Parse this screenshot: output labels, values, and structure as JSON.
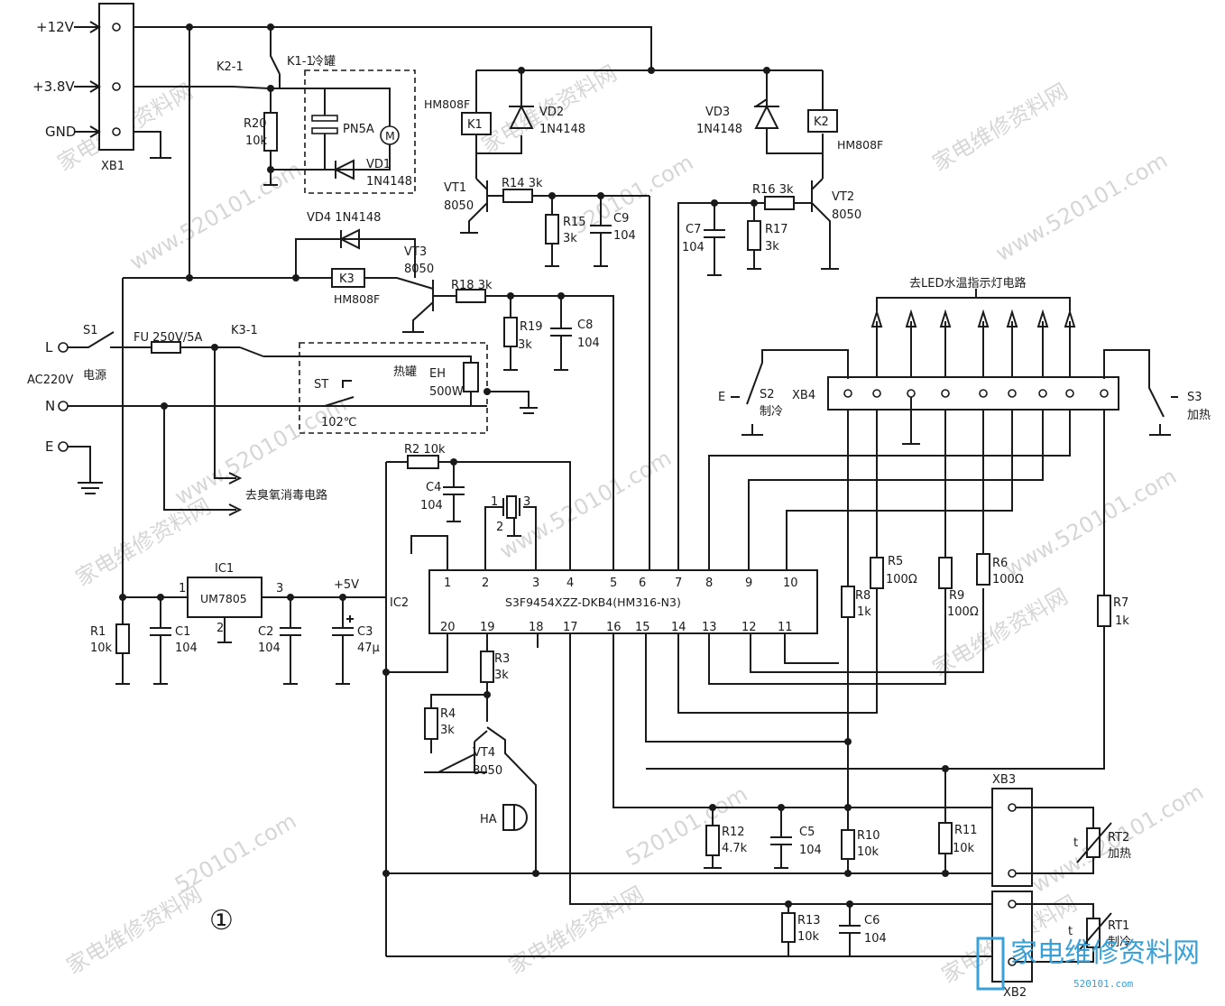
{
  "rails": {
    "plus12v": "+12V",
    "plus38v": "+3.8V",
    "gnd": "GND",
    "plus5v": "+5V",
    "ac_l": "L",
    "ac_n": "N",
    "ac_e": "E",
    "ac220v": "AC220V"
  },
  "connectors": {
    "xb1": "XB1",
    "xb2": "XB2",
    "xb3": "XB3",
    "xb4": "XB4"
  },
  "cold_tank": {
    "title": "冷罐",
    "pn5a": "PN5A",
    "motor": "M",
    "vd1": "VD1",
    "vd1_type": "1N4148"
  },
  "relays": {
    "k1_contact": "K1-1",
    "k2_contact": "K2-1",
    "k3_contact": "K3-1",
    "k1": "K1",
    "k2": "K2",
    "k3": "K3",
    "k1_type": "HM808F",
    "k2_type": "HM808F",
    "k3_type": "HM808F"
  },
  "diodes": {
    "vd2": "VD2",
    "vd2_type": "1N4148",
    "vd3": "VD3",
    "vd3_type": "1N4148",
    "vd4": "VD4 1N4148"
  },
  "transistors": {
    "vt1": "VT1",
    "vt1_type": "8050",
    "vt2": "VT2",
    "vt2_type": "8050",
    "vt3": "VT3",
    "vt3_type": "8050",
    "vt4": "VT4",
    "vt4_type": "8050"
  },
  "resistors": {
    "r1": "R1",
    "r1_v": "10k",
    "r2": "R2 10k",
    "r3": "R3",
    "r3_v": "3k",
    "r4": "R4",
    "r4_v": "3k",
    "r5": "R5",
    "r5_v": "100Ω",
    "r6": "R6",
    "r6_v": "100Ω",
    "r7": "R7",
    "r7_v": "1k",
    "r8": "R8",
    "r8_v": "1k",
    "r9": "R9",
    "r9_v": "100Ω",
    "r10": "R10",
    "r10_v": "10k",
    "r11": "R11",
    "r11_v": "10k",
    "r12": "R12",
    "r12_v": "4.7k",
    "r13": "R13",
    "r13_v": "10k",
    "r14": "R14 3k",
    "r15": "R15",
    "r15_v": "3k",
    "r16": "R16 3k",
    "r17": "R17",
    "r17_v": "3k",
    "r18": "R18 3k",
    "r19": "R19",
    "r19_v": "3k",
    "r20": "R20",
    "r20_v": "10k"
  },
  "capacitors": {
    "c1": "C1",
    "c1_v": "104",
    "c2": "C2",
    "c2_v": "104",
    "c3": "C3",
    "c3_v": "47μ",
    "c4": "C4",
    "c4_v": "104",
    "c5": "C5",
    "c5_v": "104",
    "c6": "C6",
    "c6_v": "104",
    "c7": "C7",
    "c7_v": "104",
    "c8": "C8",
    "c8_v": "104",
    "c9": "C9",
    "c9_v": "104"
  },
  "ic1": {
    "name": "IC1",
    "part": "UM7805",
    "pin1": "1",
    "pin2": "2",
    "pin3": "3"
  },
  "ic2": {
    "name": "IC2",
    "part": "S3F9454XZZ-DKB4(HM316-N3)",
    "top_pins": [
      "1",
      "2",
      "3",
      "4",
      "5",
      "6",
      "7",
      "8",
      "9",
      "10"
    ],
    "bottom_pins": [
      "20",
      "19",
      "18",
      "17",
      "16",
      "15",
      "14",
      "13",
      "12",
      "11"
    ]
  },
  "crystal": {
    "p1": "1",
    "p2": "2",
    "p3": "3"
  },
  "switches": {
    "s1": "S1",
    "s1_label": "电源",
    "fuse": "FU 250V/5A",
    "st": "ST",
    "st_temp": "102℃",
    "s2": "S2",
    "s2_label": "制冷",
    "s3": "S3",
    "s3_label": "加热",
    "s2_e": "E"
  },
  "hot_tank": {
    "title": "热罐",
    "eh": "EH",
    "power": "500W"
  },
  "thermistors": {
    "rt1": "RT1",
    "rt1_label": "制冷",
    "rt1_t": "t",
    "rt2": "RT2",
    "rt2_label": "加热",
    "rt2_t": "t"
  },
  "buzzer": "HA",
  "notes": {
    "led_label": "去LED水温指示灯电路",
    "ozone_label": "去臭氧消毒电路",
    "figure_no": "①"
  },
  "watermark": {
    "text_site": "520101.com",
    "text_www": "www.520101.com",
    "text_cn": "家电维修资料网",
    "logo": "家电维修资料网",
    "logo_url": "520101.com"
  }
}
